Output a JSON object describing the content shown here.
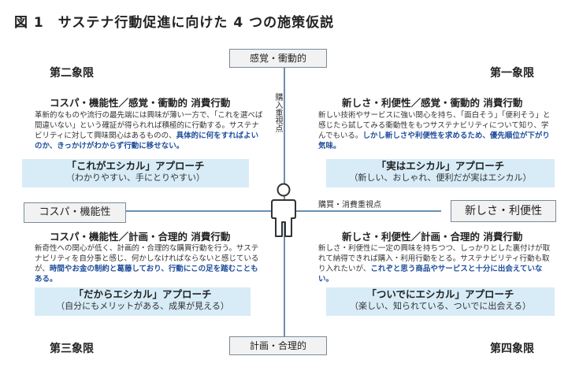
{
  "figure_title": "図 1　サステナ行動促進に向けた 4 つの施策仮説",
  "axes": {
    "top": "感覚・衝動的",
    "bottom": "計画・合理的",
    "left": "コスパ・機能性",
    "right": "新しさ・利便性",
    "vertical_note": "購入重視点",
    "horizontal_note": "購買・消費重視点"
  },
  "quadrant_labels": {
    "q1": "第一象限",
    "q2": "第二象限",
    "q3": "第三象限",
    "q4": "第四象限"
  },
  "quadrants": {
    "q2": {
      "title": "コスパ・機能性／感覚・衝動的 消費行動",
      "body": "革新的なものや流行の最先端には興味が薄い一方で、「これを選べば間違いない」という確証が得られれば積極的に行動する。サステナビリティに対して興味関心はあるものの、",
      "body_highlight": "具体的に何をすればよいのか、きっかけがわからず行動に移せない。",
      "approach_title": "「これがエシカル」アプローチ",
      "approach_sub": "（わかりやすい、手にとりやすい）"
    },
    "q1": {
      "title": "新しさ・利便性／感覚・衝動的 消費行動",
      "body": "新しい技術やサービスに強い関心を持ち、「面白そう」「便利そう」と感じたら試してみる衝動性をもつサステナビリティについて知り、学んでもいる。",
      "body_highlight": "しかし新しさや利便性を求めるため、優先順位が下がり気味。",
      "approach_title": "「実はエシカル」アプローチ",
      "approach_sub": "（新しい、おしゃれ、便利だが実はエシカル）"
    },
    "q3": {
      "title": "コスパ・機能性／計画・合理的 消費行動",
      "body": "新奇性への関心が低く、計画的・合理的な購買行動を行う。サステナビリティを自分事と感じ、何かしなければならないと感じているが、",
      "body_highlight": "時間やお金の制約と葛藤しており、行動にこの足を踏むこともある。",
      "approach_title": "「だからエシカル」アプローチ",
      "approach_sub": "（自分にもメリットがある、成果が見える）"
    },
    "q4": {
      "title": "新しさ・利便性／計画・合理的 消費行動",
      "body": "新しさ・利便性に一定の興味を持ちつつ、しっかりとした裏付けが取れて納得できれば購入・利用行動をとる。サステナビリティ行動も取り入れたいが、",
      "body_highlight": "これぞと思う商品やサービスと十分に出会えていない。",
      "approach_title": "「ついでにエシカル」アプローチ",
      "approach_sub": "（楽しい、知られている、ついでに出会える）"
    }
  },
  "icons": {
    "center": "person-icon"
  },
  "colors": {
    "axis_line": "#6a8fb0",
    "approach_bg": "#d7ecf7",
    "highlight_text": "#1f4e9c"
  }
}
